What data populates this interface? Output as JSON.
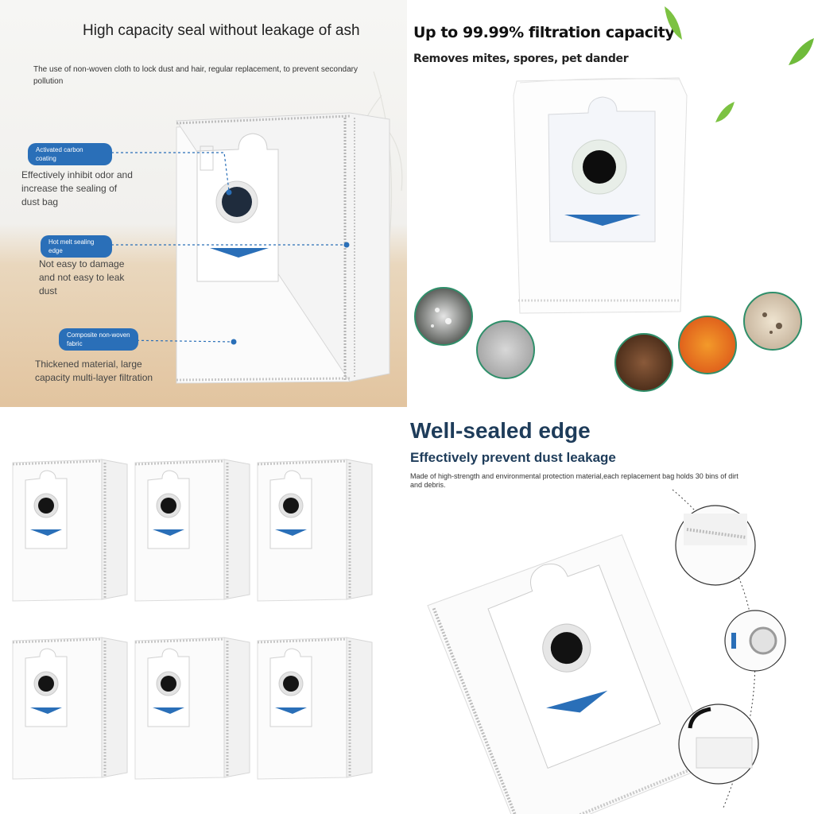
{
  "panel_top_left": {
    "title": "High capacity seal without leakage of ash",
    "subtitle": "The use of non-woven cloth to lock dust and hair, regular replacement, to prevent secondary pollution",
    "callouts": [
      {
        "label": "Activated carbon coating",
        "description": "Effectively inhibit odor and increase the sealing of dust bag"
      },
      {
        "label": "Hot melt sealing edge",
        "description": "Not easy to damage and not easy to leak dust"
      },
      {
        "label": "Composite non-woven fabric",
        "description": "Thickened material, large capacity multi-layer filtration"
      }
    ]
  },
  "panel_top_right": {
    "title": "Up to 99.99% filtration capacity",
    "subtitle": "Removes mites, spores, pet dander"
  },
  "panel_bottom_left": {
    "bag_count": 6
  },
  "panel_bottom_right": {
    "title": "Well-sealed edge",
    "subtitle": "Effectively prevent dust leakage",
    "description": "Made of high-strength and environmental protection material,each replacement bag holds 30 bins of dirt and debris."
  },
  "colors": {
    "accent_blue": "#2a6fb8",
    "title_navy": "#1e3c5a",
    "bag_white": "#fbfbfb",
    "bag_edge": "#cfcfcf",
    "floor_wood": "#e2c49f"
  },
  "icons": [
    "dust-bag-icon",
    "leaf-icon",
    "magnifier-circle-icon",
    "arrow-chevron-icon"
  ]
}
